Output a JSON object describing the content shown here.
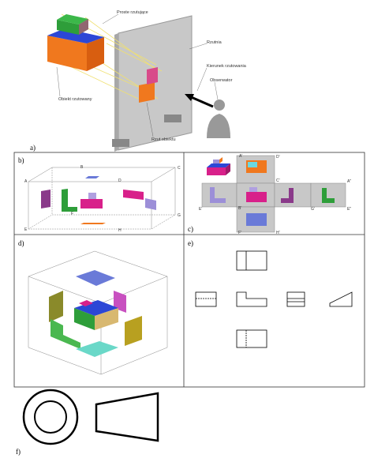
{
  "panels": {
    "a": {
      "label": "a)"
    },
    "b": {
      "label": "b)"
    },
    "c": {
      "label": "c)"
    },
    "d": {
      "label": "d)"
    },
    "e": {
      "label": "e)"
    },
    "f": {
      "label": "f)"
    }
  },
  "callouts": {
    "projection_rays": "Proste rzutujące",
    "plane": "Rzutnia",
    "projection_direction": "Kierunek rzutowania",
    "observer": "Obserwator",
    "object": "Obiekt rzutowany",
    "projection": "Rzut obiektu"
  },
  "box_b_letters": [
    "A",
    "B",
    "C",
    "D",
    "E",
    "F",
    "G",
    "H"
  ],
  "unfold_c_letters": [
    "A'",
    "B'",
    "C'",
    "D'",
    "E'",
    "F'",
    "G'",
    "H'",
    "A\"",
    "E\""
  ],
  "colors": {
    "green": "#2e9e3a",
    "blue": "#2c47d6",
    "orange": "#f0781e",
    "magenta": "#d8208a",
    "purple": "#8a4a9a",
    "lavender": "#9c8fd8",
    "olive": "#7a7a2a",
    "cyan": "#6ad8c8"
  }
}
